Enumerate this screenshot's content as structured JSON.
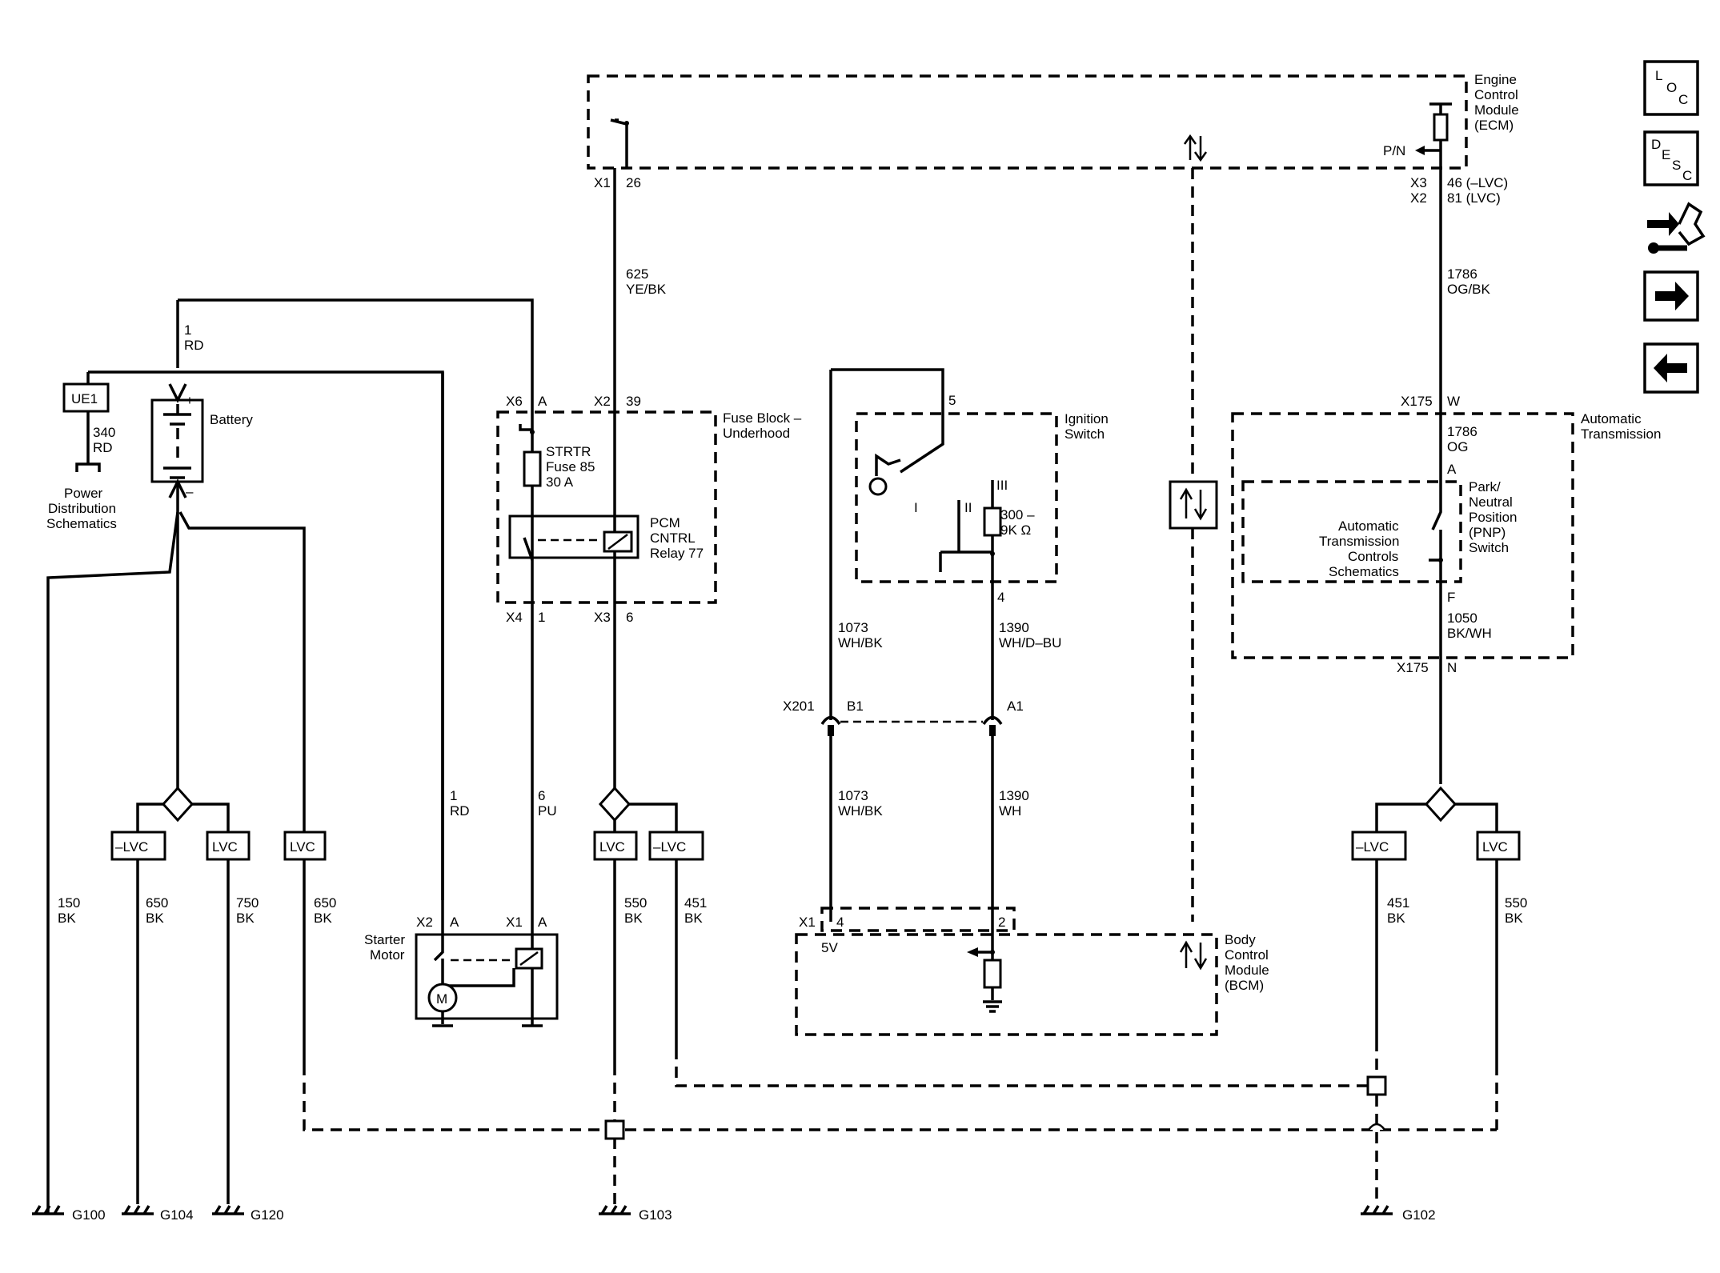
{
  "modules": {
    "ecm": [
      "Engine",
      "Control",
      "Module",
      "(ECM)"
    ],
    "fuse_block": [
      "Fuse Block –",
      "Underhood"
    ],
    "ignition": [
      "Ignition",
      "Switch"
    ],
    "trans": [
      "Automatic",
      "Transmission"
    ],
    "pnp": [
      "Park/",
      "Neutral",
      "Position",
      "(PNP)",
      "Switch"
    ],
    "trans_ctrl": [
      "Automatic",
      "Transmission",
      "Controls",
      "Schematics"
    ],
    "bcm": [
      "Body",
      "Control",
      "Module",
      "(BCM)"
    ],
    "battery": "Battery",
    "starter": [
      "Starter",
      "Motor"
    ],
    "ue1": "UE1",
    "power_dist": [
      "Power",
      "Distribution",
      "Schematics"
    ],
    "fuse": [
      "STRTR",
      "Fuse 85",
      "30 A"
    ],
    "relay": [
      "PCM",
      "CNTRL",
      "Relay 77"
    ],
    "resistor": [
      "300 –",
      "9K Ω"
    ],
    "motor": "M"
  },
  "pins": {
    "x1": "X1",
    "p26": "26",
    "x3": "X3",
    "x2": "X2",
    "p46": "46 (–LVC)",
    "p81": "81 (LVC)",
    "pn": "P/N",
    "x6": "X6",
    "pa": "A",
    "x2b": "X2",
    "p39": "39",
    "x4": "X4",
    "p1": "1",
    "x3b": "X3",
    "p6": "6",
    "p5": "5",
    "p4": "4",
    "sw_iii": "III",
    "sw_ii": "II",
    "sw_i": "I",
    "x201": "X201",
    "b1": "B1",
    "a1": "A1",
    "x175w": "X175",
    "pw": "W",
    "pa_t": "A",
    "pf": "F",
    "x175n": "X175",
    "pn_t": "N",
    "x2s": "X2",
    "as1": "A",
    "x1s": "X1",
    "as2": "A",
    "x1b": "X1",
    "p4b": "4",
    "p2b": "2",
    "v5": "5V",
    "plus": "+",
    "minus": "–"
  },
  "wires": {
    "w1rd": [
      "1",
      "RD"
    ],
    "w340": [
      "340",
      "RD"
    ],
    "w625": [
      "625",
      "YE/BK"
    ],
    "w1786a": [
      "1786",
      "OG/BK"
    ],
    "w1786b": [
      "1786",
      "OG"
    ],
    "w1050": [
      "1050",
      "BK/WH"
    ],
    "w1073a": [
      "1073",
      "WH/BK"
    ],
    "w1390a": [
      "1390",
      "WH/D–BU"
    ],
    "w1073b": [
      "1073",
      "WH/BK"
    ],
    "w1390b": [
      "1390",
      "WH"
    ],
    "w1rd2": [
      "1",
      "RD"
    ],
    "w6pu": [
      "6",
      "PU"
    ],
    "w150": [
      "150",
      "BK"
    ],
    "w650a": [
      "650",
      "BK"
    ],
    "w750": [
      "750",
      "BK"
    ],
    "w650b": [
      "650",
      "BK"
    ],
    "w550a": [
      "550",
      "BK"
    ],
    "w451a": [
      "451",
      "BK"
    ],
    "w451b": [
      "451",
      "BK"
    ],
    "w550b": [
      "550",
      "BK"
    ]
  },
  "boxes": {
    "neg_lvc": "–LVC",
    "lvc": "LVC"
  },
  "grounds": {
    "g100": "G100",
    "g104": "G104",
    "g120": "G120",
    "g103": "G103",
    "g102": "G102"
  },
  "nav": {
    "loc": [
      "L",
      "O",
      "C"
    ],
    "desc": [
      "D",
      "E",
      "S",
      "C"
    ]
  }
}
